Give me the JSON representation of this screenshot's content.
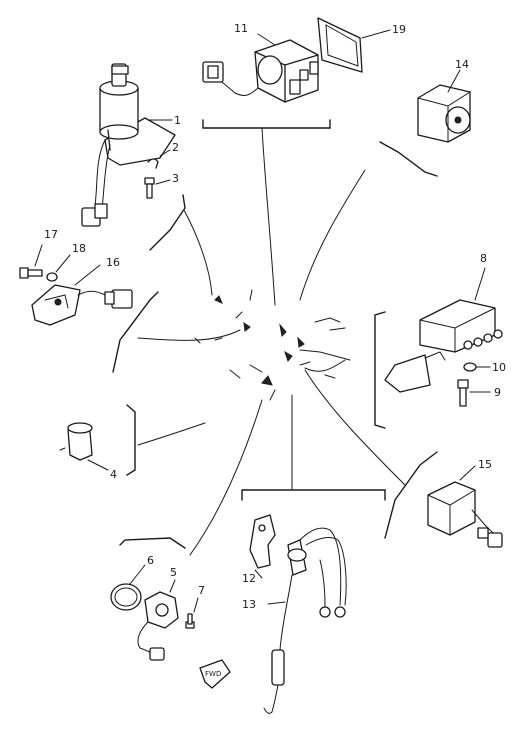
{
  "callouts": {
    "p1": "1",
    "p2": "2",
    "p3": "3",
    "p4": "4",
    "p5": "5",
    "p6": "6",
    "p7": "7",
    "p8": "8",
    "p9": "9",
    "p10": "10",
    "p11": "11",
    "p12": "12",
    "p13": "13",
    "p14": "14",
    "p15": "15",
    "p16": "16",
    "p17": "17",
    "p18": "18",
    "p19": "19"
  },
  "fwd_label": "FWD"
}
